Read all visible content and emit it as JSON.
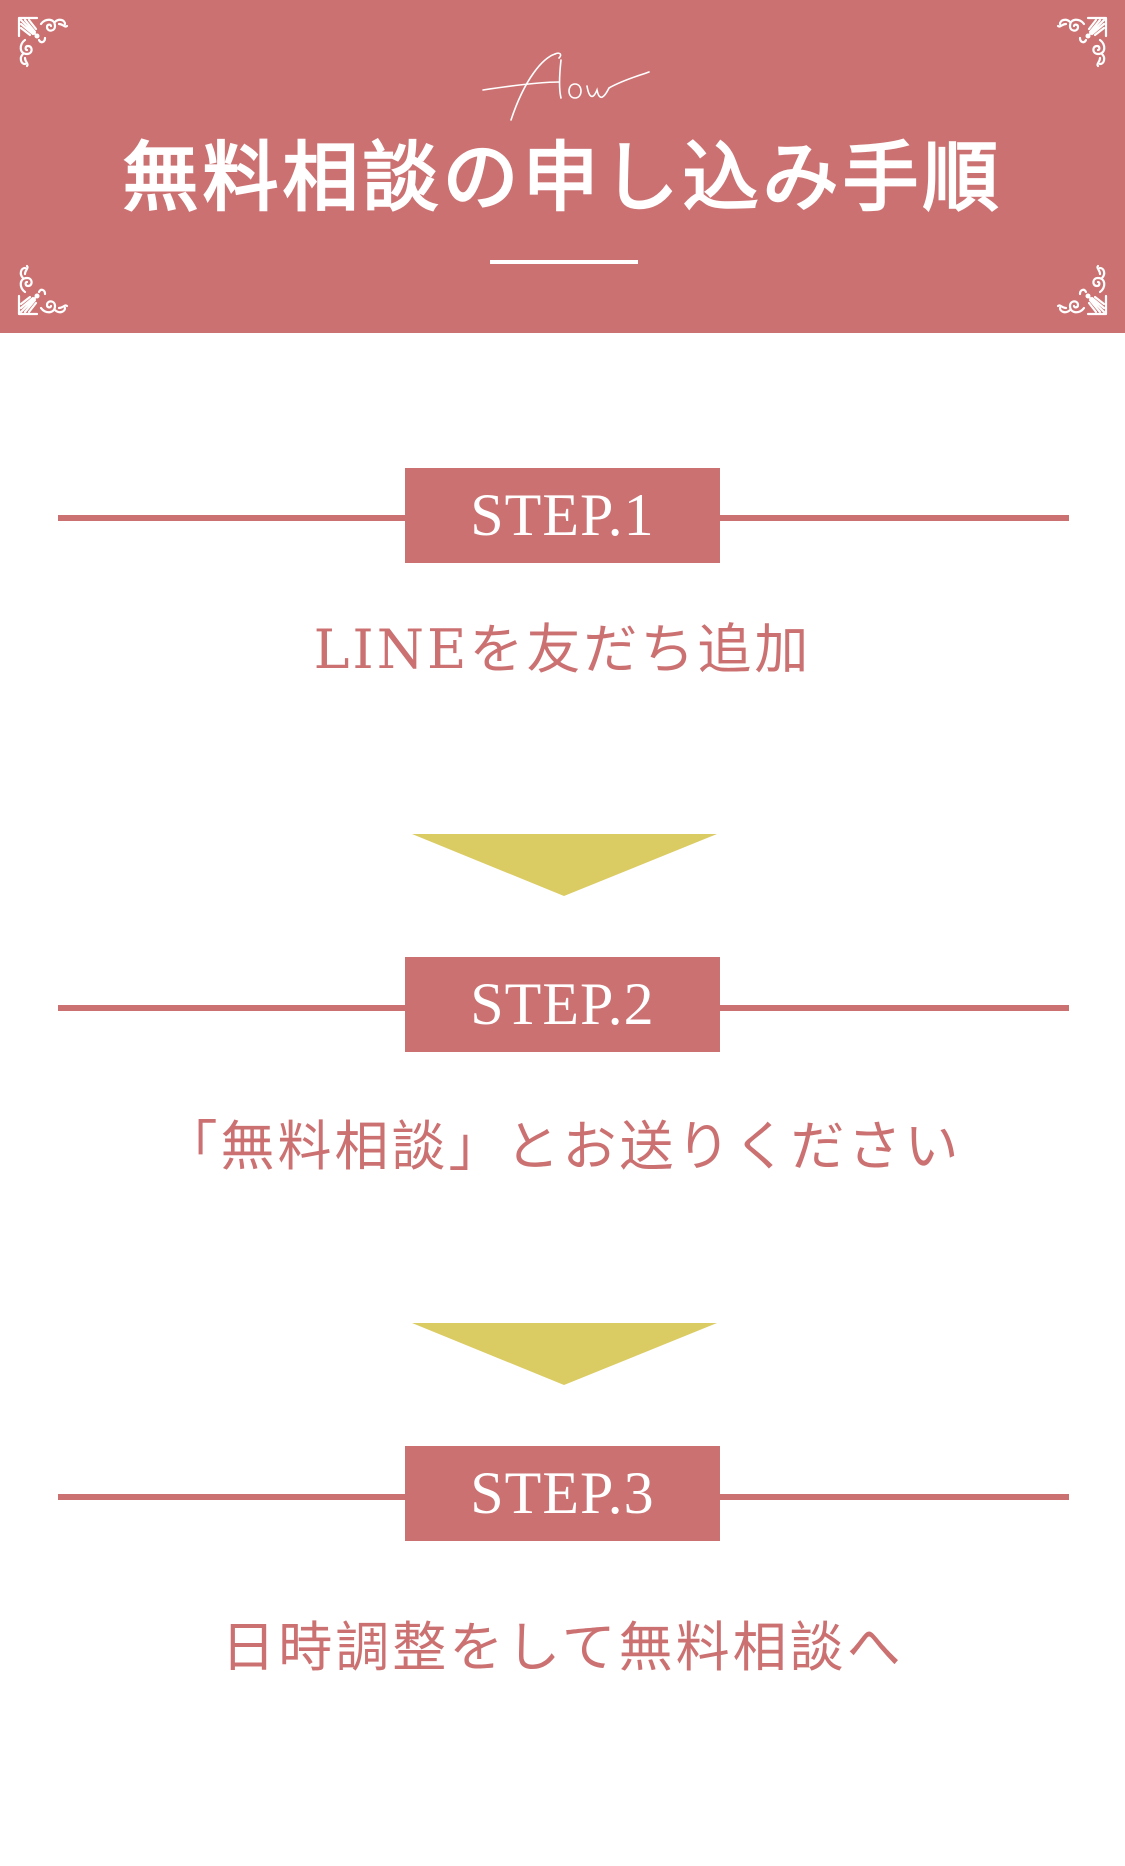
{
  "header": {
    "script_label": "flow",
    "title": "無料相談の申し込み手順",
    "background_color": "#cc7172"
  },
  "steps": [
    {
      "label": "STEP.1",
      "text": "LINEを友だち追加"
    },
    {
      "label": "STEP.2",
      "text": "「無料相談」とお送りください"
    },
    {
      "label": "STEP.3",
      "text": "日時調整をして無料相談へ"
    }
  ],
  "icons": {
    "corner": "ornamental-corner-icon",
    "arrow": "down-triangle-arrow-icon"
  },
  "colors": {
    "accent": "#cc7172",
    "arrow": "#dbcb63",
    "text_light": "#ffffff"
  }
}
